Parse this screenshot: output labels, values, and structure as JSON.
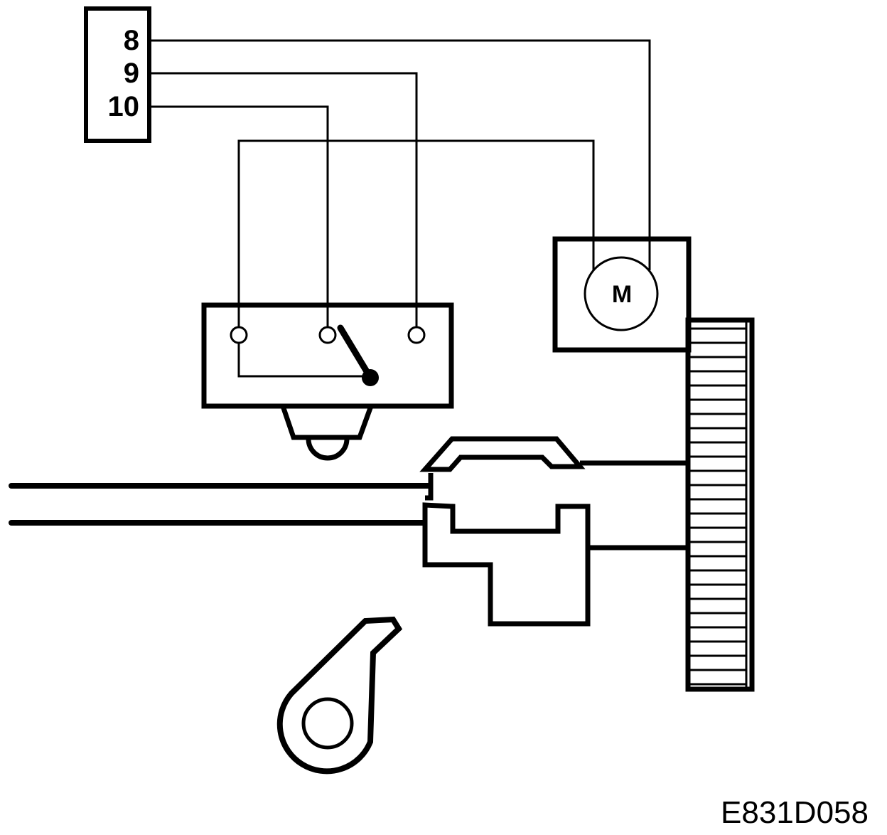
{
  "connector": {
    "pins": [
      "8",
      "9",
      "10"
    ]
  },
  "motor": {
    "label": "M"
  },
  "figure": {
    "id": "E831D058"
  },
  "colors": {
    "ink": "#000000",
    "paper": "#ffffff"
  }
}
